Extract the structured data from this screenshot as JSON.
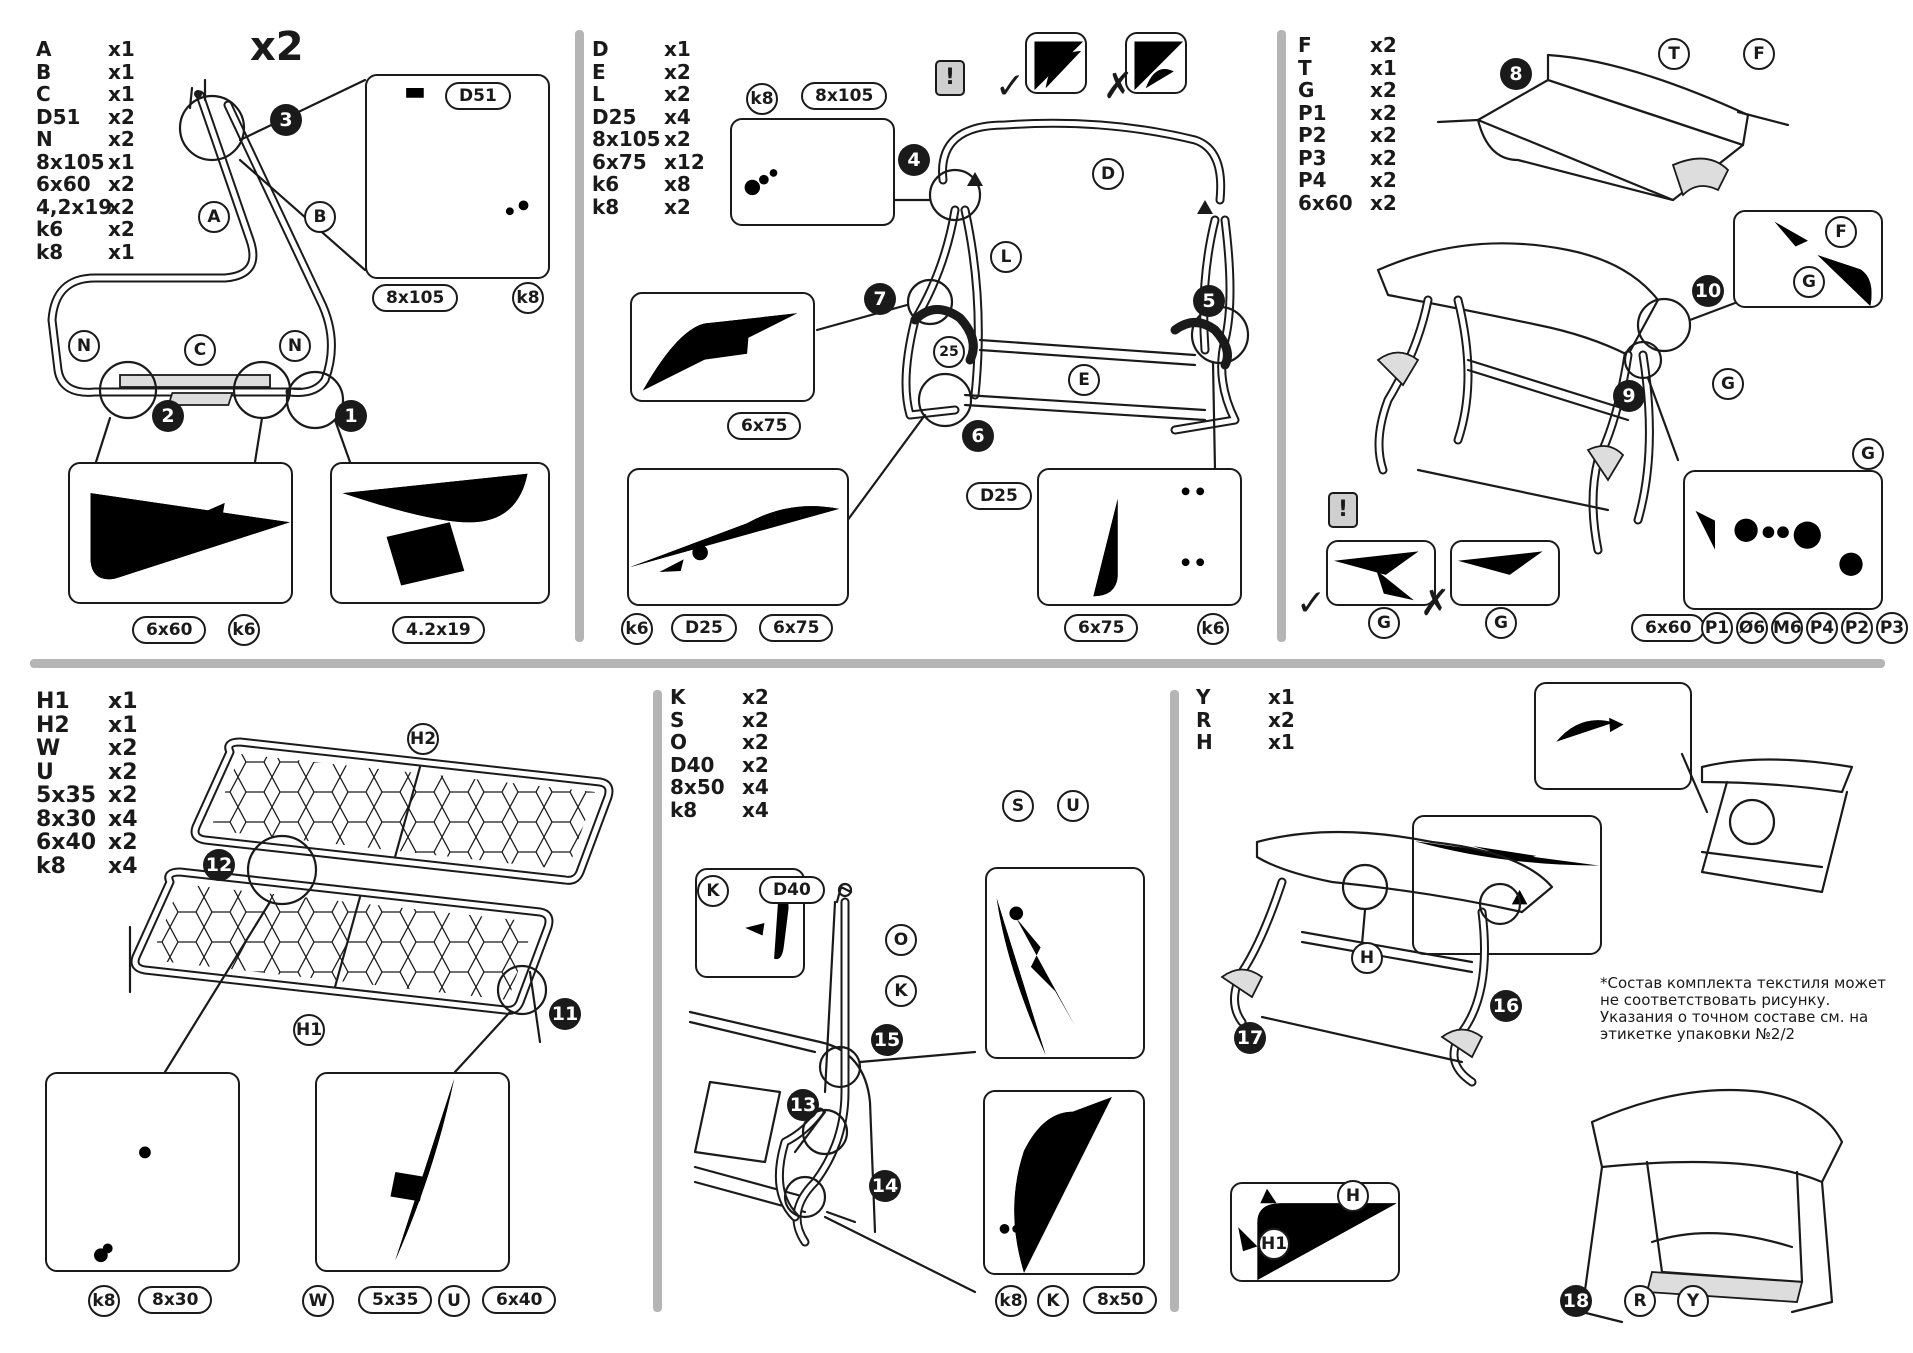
{
  "panel1": {
    "multiplier": "x2",
    "parts": [
      {
        "name": "A",
        "qty": "x1"
      },
      {
        "name": "B",
        "qty": "x1"
      },
      {
        "name": "C",
        "qty": "x1"
      },
      {
        "name": "D51",
        "qty": "x2"
      },
      {
        "name": "N",
        "qty": "x2"
      },
      {
        "name": "8x105",
        "qty": "x1"
      },
      {
        "name": "6x60",
        "qty": "x2"
      },
      {
        "name": "4,2x19",
        "qty": "x2"
      },
      {
        "name": "k6",
        "qty": "x2"
      },
      {
        "name": "k8",
        "qty": "x1"
      }
    ],
    "labels": {
      "A": "A",
      "B": "B",
      "C": "C",
      "N1": "N",
      "N2": "N",
      "D51": "D51",
      "bolt_8x105": "8x105",
      "k8": "k8",
      "bolt_6x60": "6x60",
      "k6": "k6",
      "screw": "4.2x19"
    },
    "steps": [
      "1",
      "2",
      "3"
    ]
  },
  "panel2": {
    "parts": [
      {
        "name": "D",
        "qty": "x1"
      },
      {
        "name": "E",
        "qty": "x2"
      },
      {
        "name": "L",
        "qty": "x2"
      },
      {
        "name": "D25",
        "qty": "x4"
      },
      {
        "name": "8x105",
        "qty": "x2"
      },
      {
        "name": "6x75",
        "qty": "x12"
      },
      {
        "name": "k6",
        "qty": "x8"
      },
      {
        "name": "k8",
        "qty": "x2"
      }
    ],
    "labels": {
      "k8": "k8",
      "bolt_8x105": "8x105",
      "D": "D",
      "L": "L",
      "n25": "25",
      "E": "E",
      "bolt_6x75_a": "6x75",
      "D25_a": "D25",
      "k6_a": "k6",
      "D25_b": "D25",
      "bolt_6x75_b": "6x75",
      "bolt_6x75_c": "6x75",
      "k6_b": "k6",
      "warning": "!"
    },
    "steps": [
      "4",
      "5",
      "6",
      "7"
    ]
  },
  "panel3": {
    "parts": [
      {
        "name": "F",
        "qty": "x2"
      },
      {
        "name": "T",
        "qty": "x1"
      },
      {
        "name": "G",
        "qty": "x2"
      },
      {
        "name": "P1",
        "qty": "x2"
      },
      {
        "name": "P2",
        "qty": "x2"
      },
      {
        "name": "P3",
        "qty": "x2"
      },
      {
        "name": "P4",
        "qty": "x2"
      },
      {
        "name": "6x60",
        "qty": "x2"
      }
    ],
    "labels": {
      "T": "T",
      "F_a": "F",
      "F_b": "F",
      "G_a": "G",
      "G_b": "G",
      "G_c": "G",
      "G_d": "G",
      "G_e": "G",
      "bolt_6x60": "6x60",
      "P1": "P1",
      "O6": "Ø6",
      "M6": "M6",
      "P4": "P4",
      "P2": "P2",
      "P3": "P3",
      "warning": "!"
    },
    "steps": [
      "8",
      "9",
      "10"
    ]
  },
  "panel4": {
    "parts": [
      {
        "name": "H1",
        "qty": "x1"
      },
      {
        "name": "H2",
        "qty": "x1"
      },
      {
        "name": "W",
        "qty": "x2"
      },
      {
        "name": " U",
        "qty": "x2"
      },
      {
        "name": "5x35",
        "qty": "x2"
      },
      {
        "name": "8x30",
        "qty": "x4"
      },
      {
        "name": "6x40",
        "qty": "x2"
      },
      {
        "name": "k8",
        "qty": "x4"
      }
    ],
    "labels": {
      "H2": "H2",
      "H1": "H1",
      "k8": "k8",
      "bolt_8x30": "8x30",
      "W": "W",
      "bolt_5x35": "5x35",
      "U": "U",
      "bolt_6x40": "6x40"
    },
    "steps": [
      "11",
      "12"
    ]
  },
  "panel5": {
    "parts": [
      {
        "name": "K",
        "qty": "x2"
      },
      {
        "name": "S",
        "qty": "x2"
      },
      {
        "name": "O",
        "qty": "x2"
      },
      {
        "name": "D40",
        "qty": "x2"
      },
      {
        "name": "8x50",
        "qty": "x4"
      },
      {
        "name": "k8",
        "qty": "x4"
      }
    ],
    "labels": {
      "K_a": "K",
      "D40": "D40",
      "O": "O",
      "K_b": "K",
      "S": "S",
      "U": "U",
      "k8": "k8",
      "K_c": "K",
      "bolt_8x50": "8x50"
    },
    "steps": [
      "13",
      "14",
      "15"
    ]
  },
  "panel6": {
    "parts": [
      {
        "name": "Y",
        "qty": "x1"
      },
      {
        "name": "R",
        "qty": "x2"
      },
      {
        "name": "H",
        "qty": "x1"
      }
    ],
    "labels": {
      "H_a": "H",
      "H_b": "H",
      "H1": "H1",
      "R": "R",
      "Y": "Y"
    },
    "note": "*Состав комплекта текстиля может\nне соответствовать рисунку.\nУказания о точном составе см. на\nэтикетке упаковки №2/2",
    "steps": [
      "16",
      "17",
      "18"
    ]
  },
  "marks": {
    "check": "✓",
    "cross": "✗"
  },
  "colors": {
    "ink": "#1a1a1a",
    "divider": "#b5b5b5",
    "warning_fill": "#cfcfcf"
  }
}
